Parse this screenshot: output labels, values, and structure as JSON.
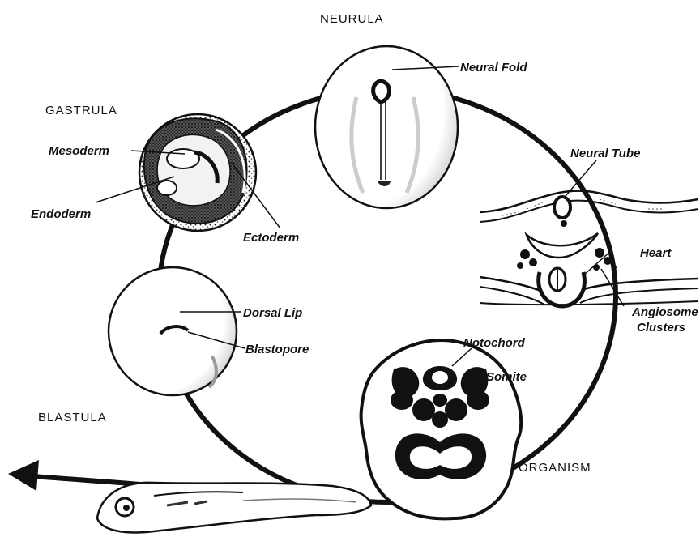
{
  "stages": {
    "neurula": "NEURULA",
    "gastrula": "GASTRULA",
    "blastula": "BLASTULA",
    "organism": "ORGANISM"
  },
  "labels": {
    "neural_fold": "Neural Fold",
    "mesoderm": "Mesoderm",
    "endoderm": "Endoderm",
    "ectoderm": "Ectoderm",
    "neural_tube": "Neural Tube",
    "heart": "Heart",
    "angiosome_line1": "Angiosome",
    "angiosome_line2": "Clusters",
    "dorsal_lip": "Dorsal Lip",
    "blastopore": "Blastopore",
    "notochord": "Notochord",
    "somite": "Somite"
  }
}
